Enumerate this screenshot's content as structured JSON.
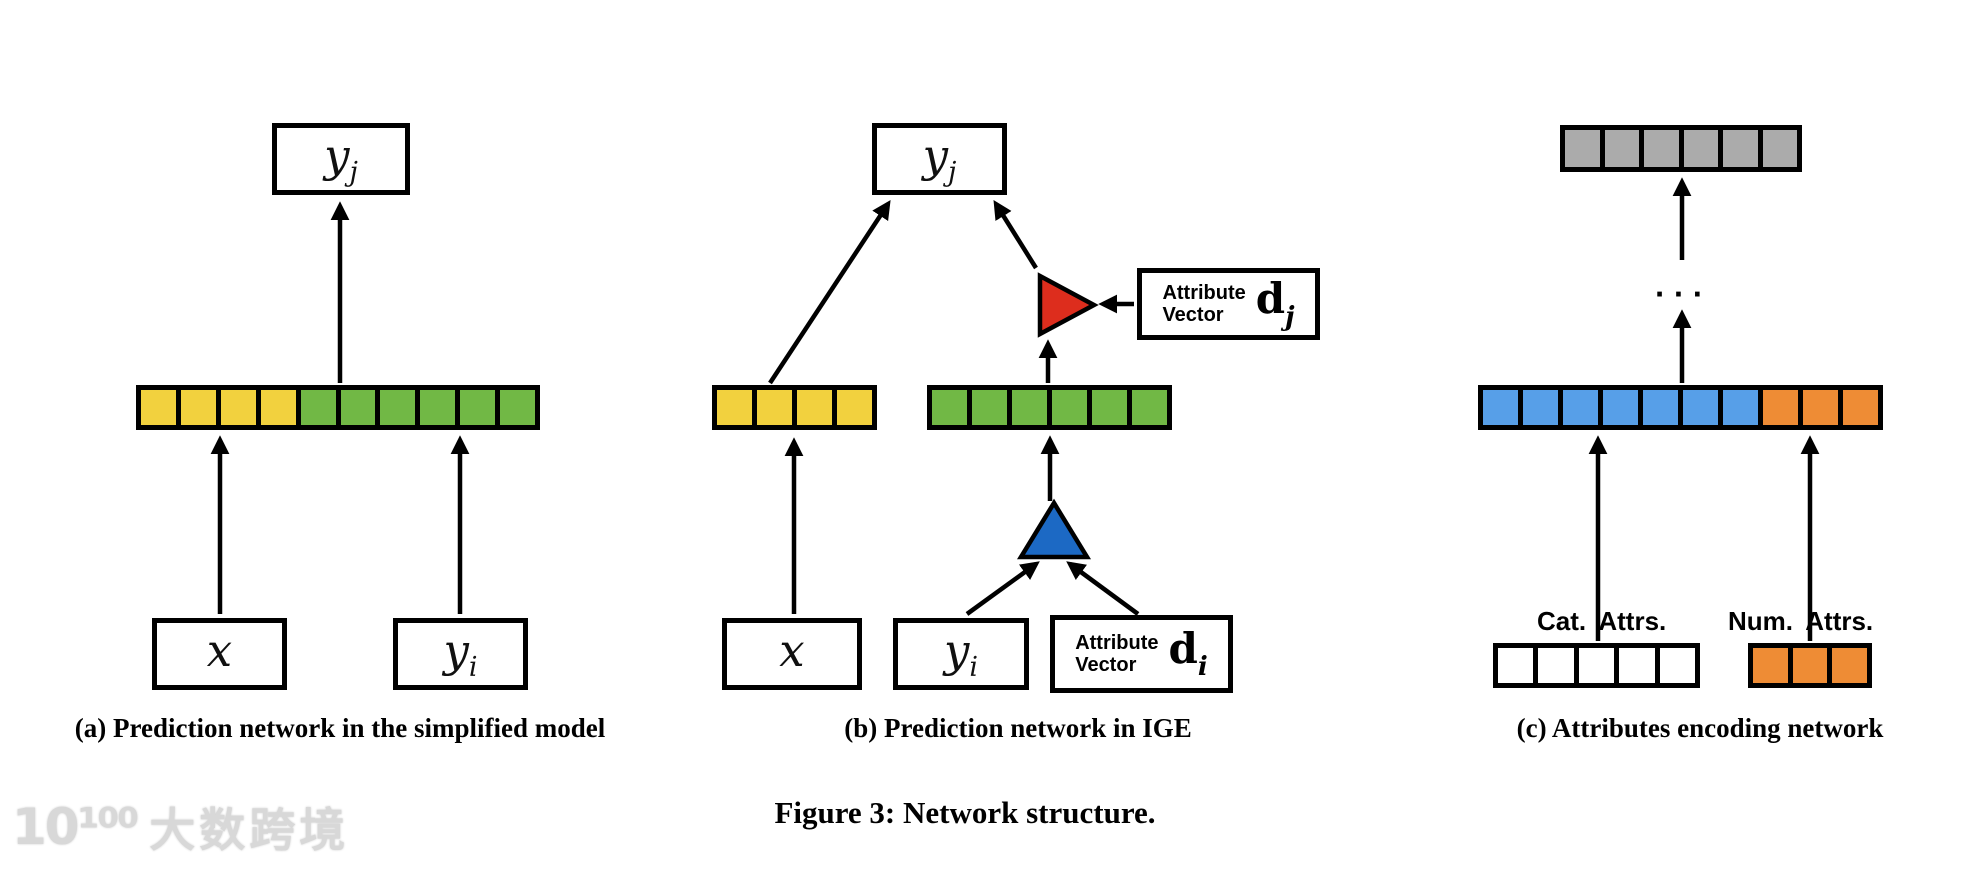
{
  "figure": {
    "caption": "Figure 3: Network structure."
  },
  "watermark": {
    "logo": "10¹⁰⁰",
    "text": "大数跨境"
  },
  "colors": {
    "yellow": "#F2D13E",
    "green": "#71B845",
    "red": "#DD2D1D",
    "triangle_blue": "#1C69C4",
    "cell_blue": "#579FE8",
    "orange": "#EE8C35",
    "gray": "#ABABAB",
    "white": "#FFFFFF",
    "line_black": "#000000"
  },
  "panel_a": {
    "caption": "(a) Prediction network in the simplified model",
    "yj": {
      "base": "y",
      "sub": "j"
    },
    "x": {
      "base": "x",
      "sub": ""
    },
    "yi": {
      "base": "y",
      "sub": "i"
    },
    "row_segments": [
      {
        "color": "#F2D13E",
        "count": 4
      },
      {
        "color": "#71B845",
        "count": 6
      }
    ]
  },
  "panel_b": {
    "caption": "(b) Prediction network in IGE",
    "yj": {
      "base": "y",
      "sub": "j"
    },
    "x": {
      "base": "x",
      "sub": ""
    },
    "yi": {
      "base": "y",
      "sub": "i"
    },
    "attr_j": {
      "line1": "Attribute",
      "line2": "Vector",
      "vec": "d",
      "sub": "j"
    },
    "attr_i": {
      "line1": "Attribute",
      "line2": "Vector",
      "vec": "d",
      "sub": "i"
    },
    "yellow_row": [
      {
        "color": "#F2D13E",
        "count": 4
      }
    ],
    "green_row": [
      {
        "color": "#71B845",
        "count": 6
      }
    ]
  },
  "panel_c": {
    "caption": "(c) Attributes encoding network",
    "dots": "···",
    "cat_label": "Cat. Attrs.",
    "num_label": "Num. Attrs.",
    "gray_row": [
      {
        "color": "#ABABAB",
        "count": 6
      }
    ],
    "mid_row": [
      {
        "color": "#579FE8",
        "count": 7
      },
      {
        "color": "#EE8C35",
        "count": 3
      }
    ],
    "cat_row": [
      {
        "color": "#FFFFFF",
        "count": 5
      }
    ],
    "num_row": [
      {
        "color": "#EE8C35",
        "count": 3
      }
    ]
  }
}
